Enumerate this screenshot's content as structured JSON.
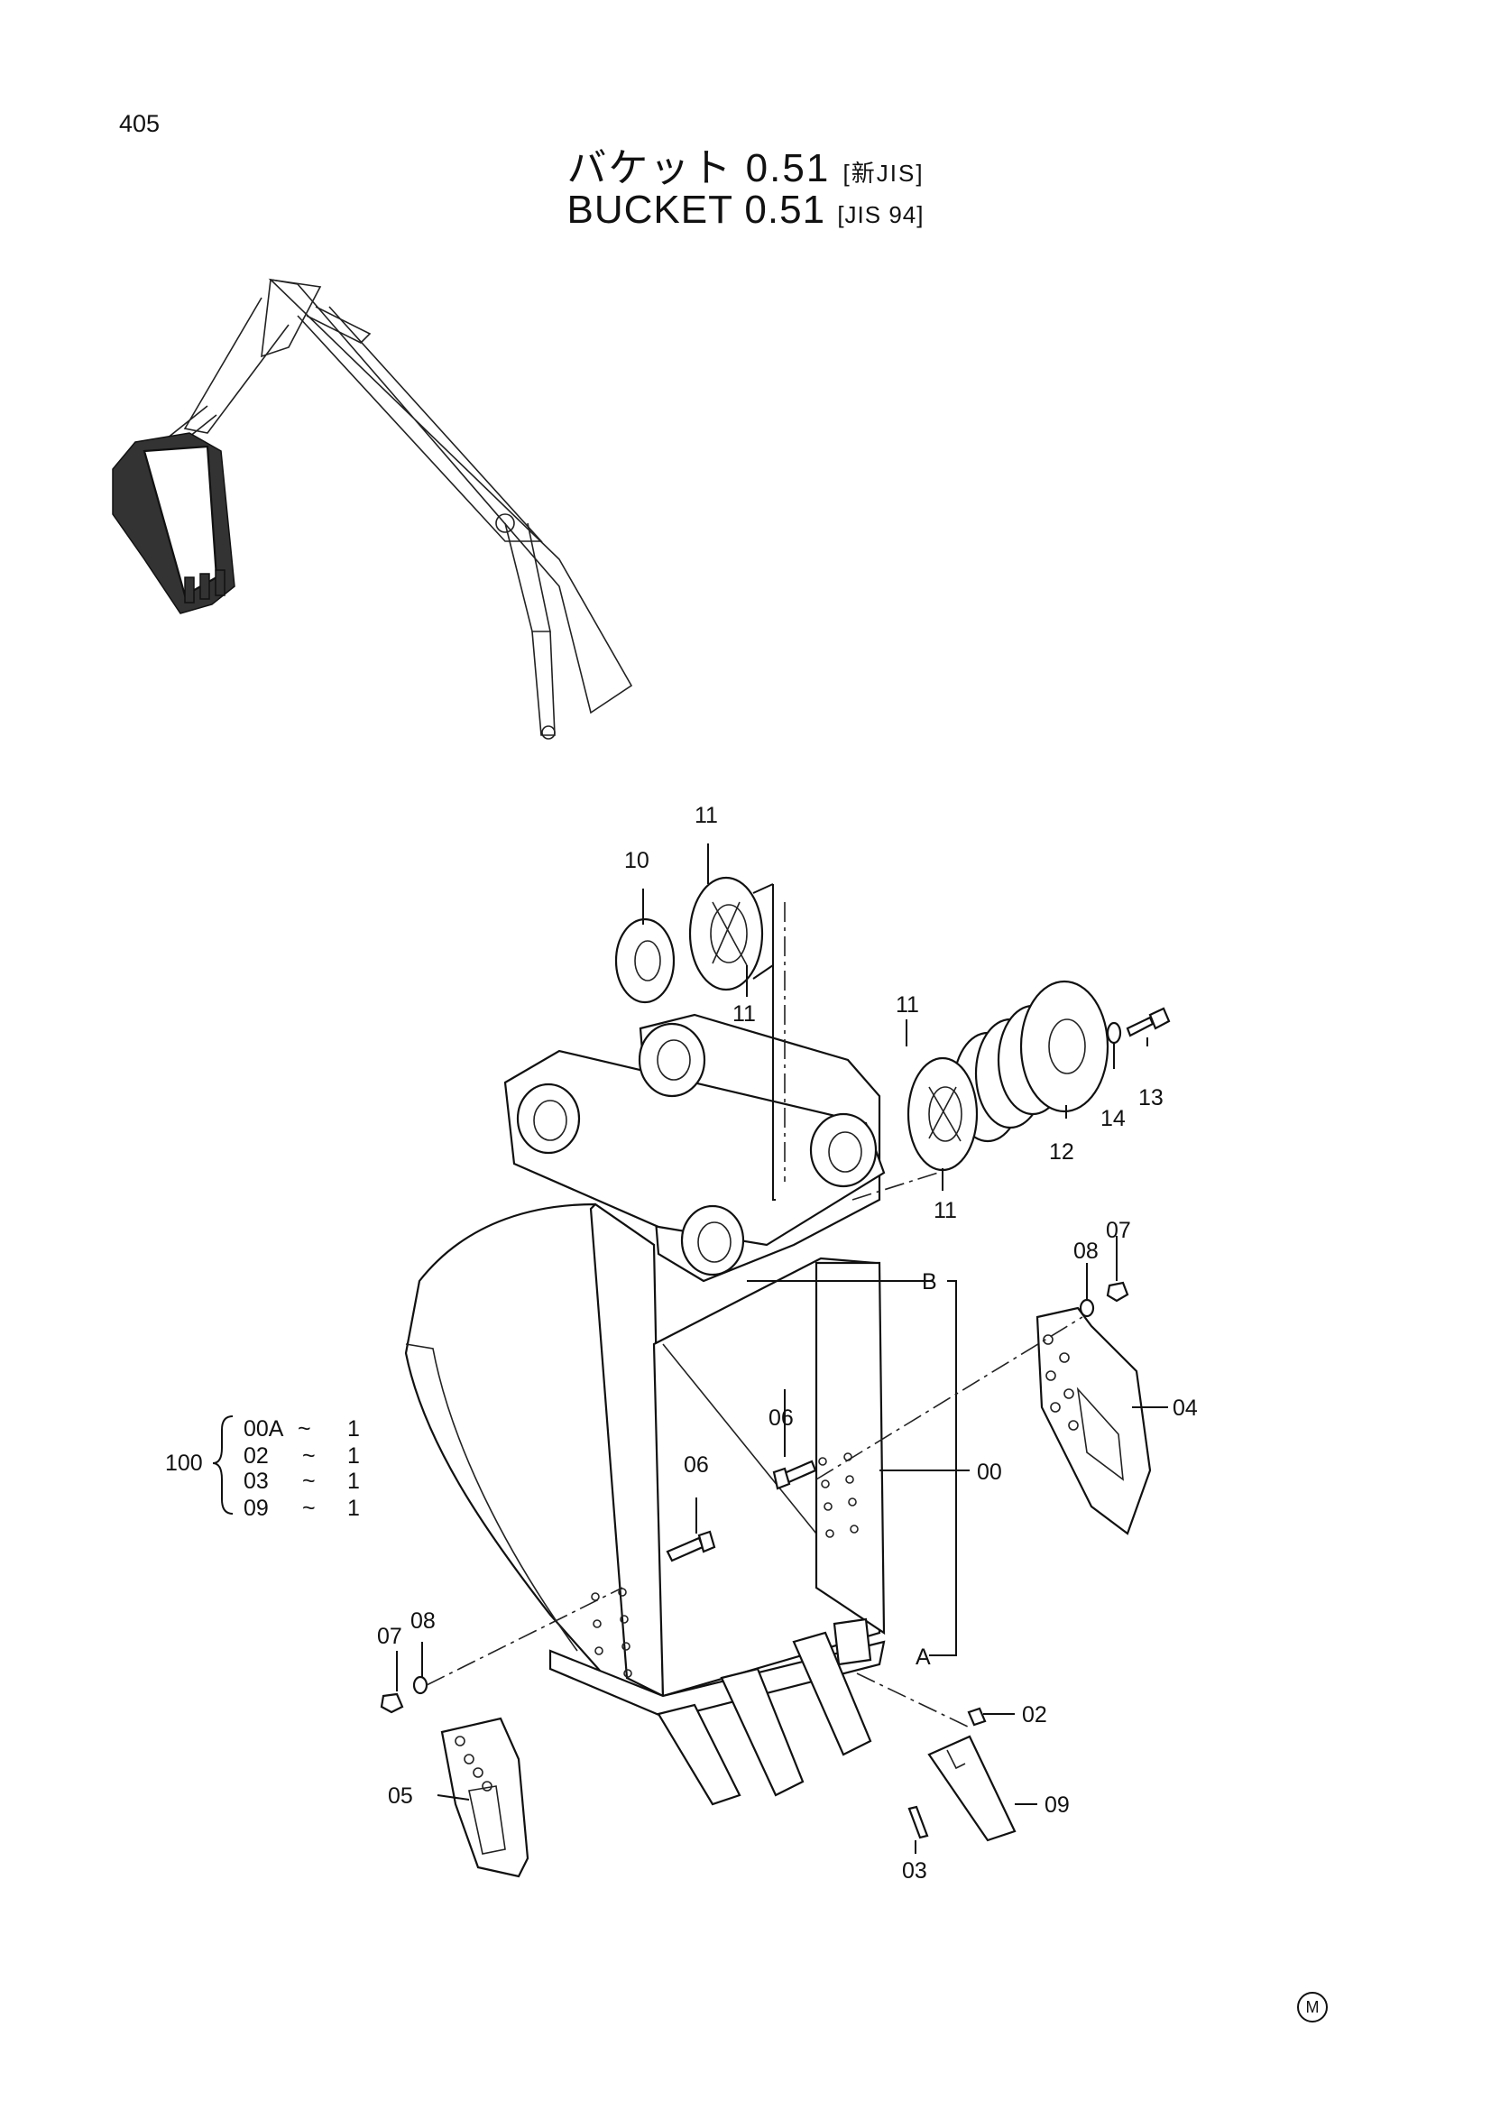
{
  "page_number": "405",
  "title": {
    "jp_main": "バケット 0.51",
    "jp_tag": "[新JIS]",
    "en_main": "BUCKET  0.51",
    "en_tag": "[JIS 94]"
  },
  "callouts": {
    "c11a": "11",
    "c10": "10",
    "c11b": "11",
    "c11c": "11",
    "c11d": "11",
    "c13": "13",
    "c14": "14",
    "c12": "12",
    "c08a": "08",
    "c07a": "07",
    "cB": "B",
    "c04": "04",
    "c06a": "06",
    "c00": "00",
    "c06b": "06",
    "c07b": "07",
    "c08b": "08",
    "cA": "A",
    "c02": "02",
    "c05": "05",
    "c09": "09",
    "c03": "03"
  },
  "kit": {
    "number": "100",
    "rows": [
      {
        "part": "00A",
        "sep": "~",
        "qty": "1"
      },
      {
        "part": "02",
        "sep": "~",
        "qty": "1"
      },
      {
        "part": "03",
        "sep": "~",
        "qty": "1"
      },
      {
        "part": "09",
        "sep": "~",
        "qty": "1"
      }
    ]
  },
  "footer_mark": "M"
}
